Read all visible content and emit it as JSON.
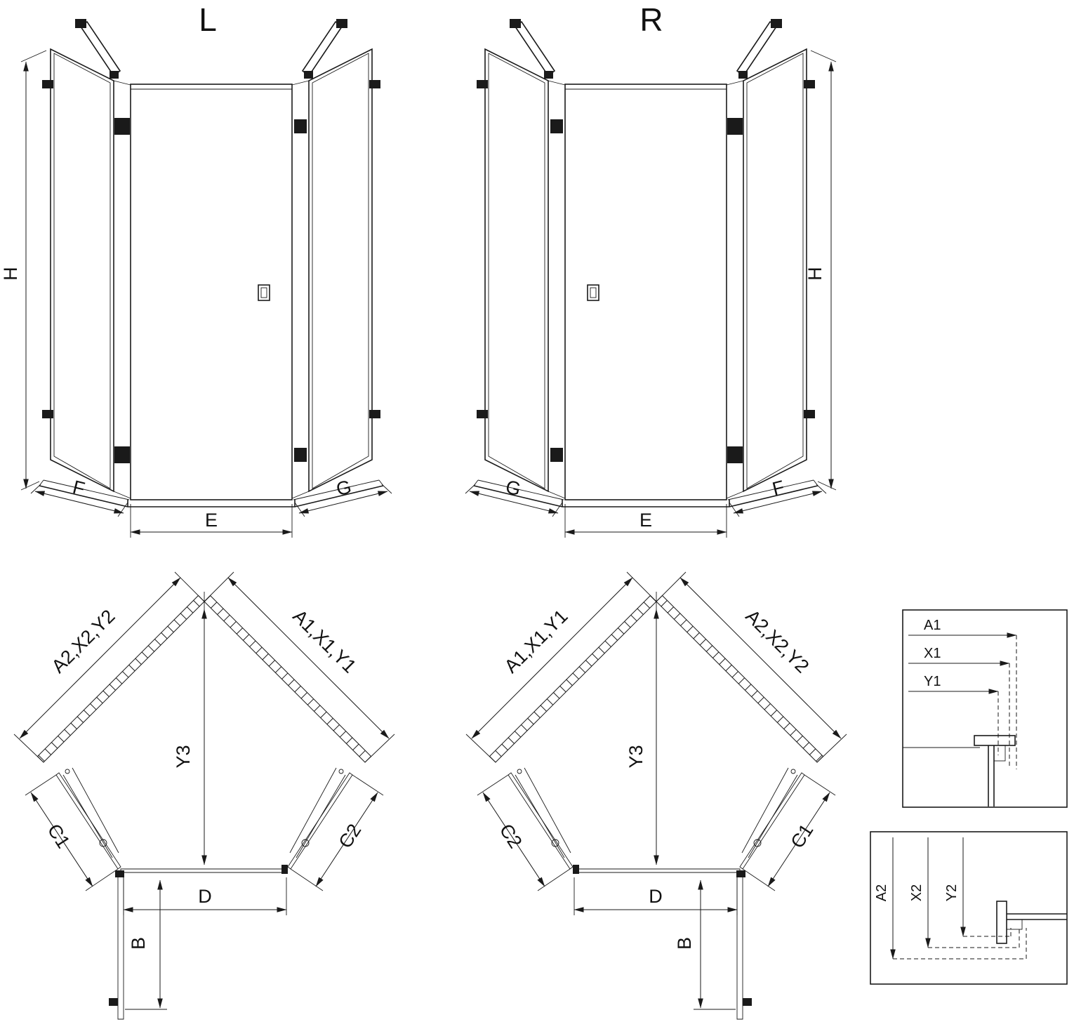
{
  "titles": {
    "left_view": "L",
    "right_view": "R"
  },
  "view_left": {
    "height": "H",
    "left_bottom": "F",
    "front_bottom": "E",
    "right_bottom": "G"
  },
  "view_right": {
    "height": "H",
    "left_bottom": "G",
    "front_bottom": "E",
    "right_bottom": "F"
  },
  "plan_left": {
    "left_diagonal": "A2,X2,Y2",
    "right_diagonal": "A1,X1,Y1",
    "depth": "Y3",
    "left_side": "C1",
    "right_side": "C2",
    "door_width": "D",
    "door_extension": "B"
  },
  "plan_right": {
    "left_diagonal": "A1,X1,Y1",
    "right_diagonal": "A2,X2,Y2",
    "depth": "Y3",
    "left_side": "C2",
    "right_side": "C1",
    "door_width": "D",
    "door_extension": "B"
  },
  "detail_top": {
    "rows": [
      "A1",
      "X1",
      "Y1"
    ]
  },
  "detail_bottom": {
    "rows": [
      "A2",
      "X2",
      "Y2"
    ]
  },
  "colors": {
    "line": "#1a1a1a",
    "background": "#ffffff"
  }
}
